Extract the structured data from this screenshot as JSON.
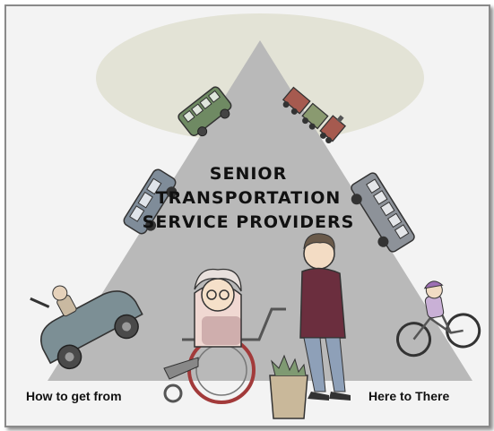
{
  "title": {
    "line1": "SENIOR",
    "line2": "TRANSPORTATION",
    "line3": "SERVICE PROVIDERS"
  },
  "captions": {
    "left": "How to get from",
    "right": "Here to There"
  },
  "colors": {
    "background": "#f3f3f3",
    "triangle": "#b9b9b9",
    "halo": "#e3e3d6",
    "bus_green": "#6f8a63",
    "car_blue": "#7f8c99",
    "train_red": "#a65a4f",
    "sweater_purple": "#6b2e3e",
    "wheel_red": "#a23a3a"
  },
  "icons": [
    "green-van-icon",
    "train-icon",
    "blue-car-icon",
    "grey-bus-icon",
    "convertible-car-icon",
    "cyclist-icon",
    "wheelchair-icon",
    "shopping-bag-icon"
  ]
}
